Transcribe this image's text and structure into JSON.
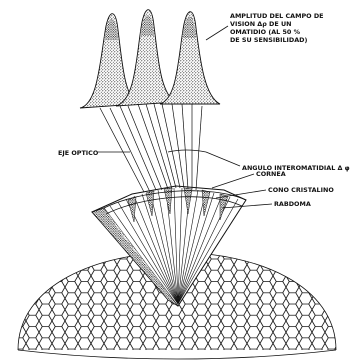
{
  "figure": {
    "labels": {
      "amplitude_line1": "AMPLITUD DEL CAMPO DE",
      "amplitude_line2": "VISION Δρ DE UN",
      "amplitude_line3": "OMATIDIO (AL 50 %",
      "amplitude_line4": "DE SU SENSIBILIDAD)",
      "interommatidial_angle": "ANGULO INTEROMATIDIAL Δ φ",
      "optic_axis": "EJE OPTICO",
      "cornea": "CORNEA",
      "crystalline_cone": "CONO CRISTALINO",
      "rhabdom": "RABDOMA"
    }
  }
}
